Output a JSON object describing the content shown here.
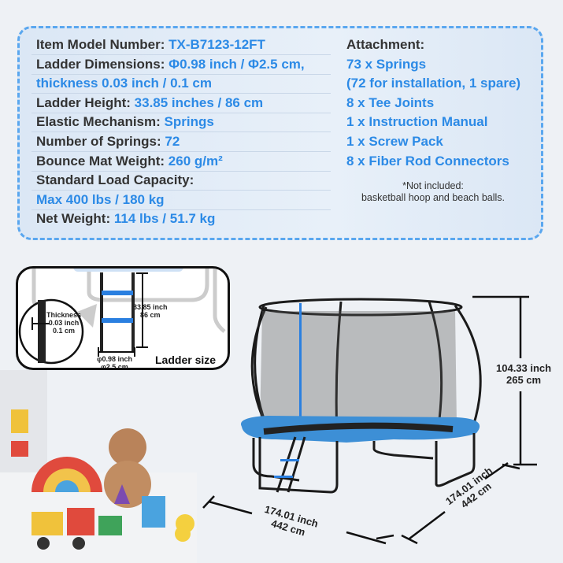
{
  "specs_left": [
    {
      "label": "Item Model Number: ",
      "value": "TX-B7123-12FT"
    },
    {
      "label": "Ladder Dimensions: ",
      "value": "Φ0.98 inch / Φ2.5 cm,"
    },
    {
      "label": "",
      "value": "thickness 0.03 inch / 0.1 cm"
    },
    {
      "label": "Ladder Height: ",
      "value": "33.85 inches / 86 cm"
    },
    {
      "label": "Elastic Mechanism: ",
      "value": "Springs"
    },
    {
      "label": "Number of Springs: ",
      "value": "72"
    },
    {
      "label": "Bounce Mat Weight: ",
      "value": "260 g/m²"
    },
    {
      "label": "Standard Load Capacity:",
      "value": ""
    },
    {
      "label": "",
      "value": "Max 400 lbs / 180 kg"
    },
    {
      "label": "Net Weight: ",
      "value": "114 lbs / 51.7 kg"
    }
  ],
  "attachment": {
    "title": "Attachment:",
    "items": [
      "73 x Springs",
      "(72 for installation, 1 spare)",
      "8 x Tee Joints",
      "1 x Instruction Manual",
      "1 x Screw Pack",
      "8 x Fiber Rod Connectors"
    ],
    "note_line1": "*Not included:",
    "note_line2": "basketball hoop and beach balls."
  },
  "ladder_inset": {
    "thickness_label": "Thickness",
    "thickness_inch": "0.03 inch",
    "thickness_cm": "0.1 cm",
    "height_inch": "33.85 inch",
    "height_cm": "86 cm",
    "diameter_inch": "φ0.98 inch",
    "diameter_cm": "φ2.5 cm",
    "title": "Ladder size"
  },
  "dimensions": {
    "height_inch": "104.33 inch",
    "height_cm": "265 cm",
    "length_inch": "174.01 inch",
    "length_cm": "442 cm",
    "width_inch": "174.01 inch",
    "width_cm": "442 cm"
  },
  "colors": {
    "accent": "#2c8ae6",
    "text": "#333333",
    "border": "#5aa7ef",
    "pad": "#3d8fd6"
  }
}
